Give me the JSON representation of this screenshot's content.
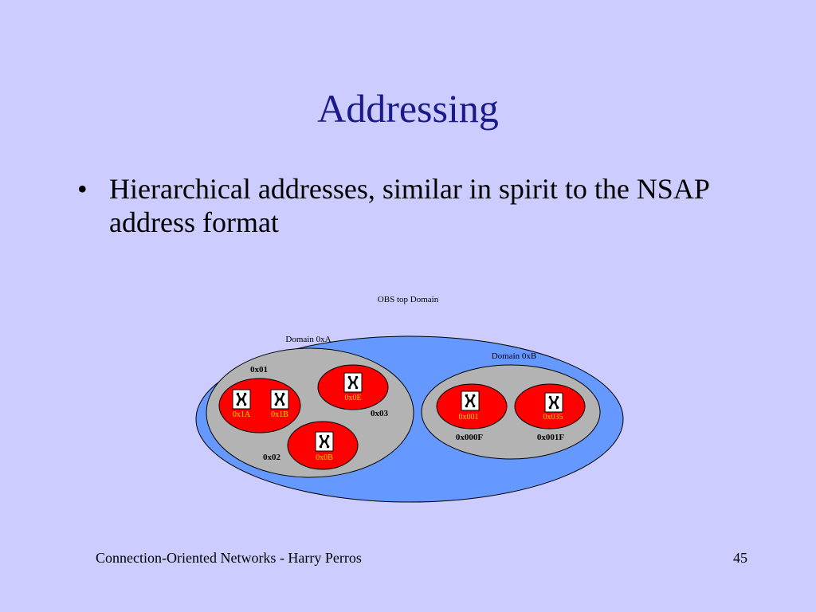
{
  "slide": {
    "title": "Addressing",
    "bullets": [
      "Hierarchical addresses, similar in spirit to the NSAP address format"
    ],
    "bullet_marker": "•"
  },
  "diagram": {
    "top_label": "OBS top Domain",
    "domain_a": {
      "label": "Domain 0xA",
      "sub_0x01": "0x01",
      "sub_0x02": "0x02",
      "sub_0x03": "0x03",
      "switch_1a": "0x1A",
      "switch_1b": "0x1B",
      "switch_0e": "0x0E",
      "switch_0b": "0x0B"
    },
    "domain_b": {
      "label": "Domain 0xB",
      "sub_000f": "0x000F",
      "sub_001f": "0x001F",
      "switch_001": "0x001",
      "switch_035": "0x035"
    },
    "colors": {
      "top_domain": "#6699ff",
      "domain": "#b3b3b3",
      "subdomain": "#ff0000",
      "switch_label": "#ffd700"
    },
    "icon": "optical-switch-icon"
  },
  "footer": {
    "left": "Connection-Oriented Networks - Harry Perros",
    "page_number": "45"
  }
}
